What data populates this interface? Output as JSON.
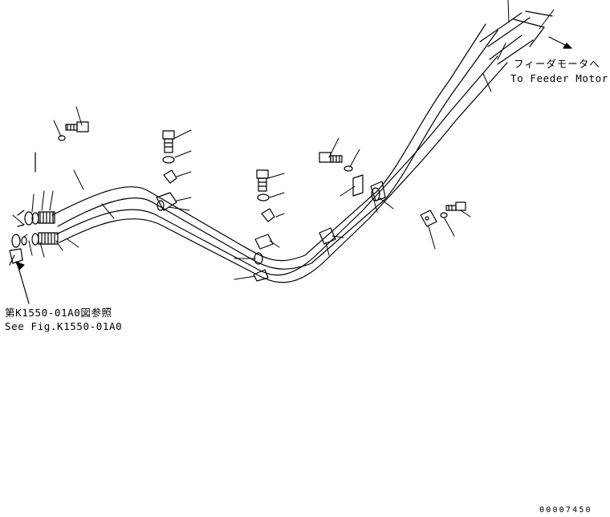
{
  "labels": {
    "feeder_jp": "フィーダモータへ",
    "feeder_en": "To Feeder Motor",
    "reference_jp": "第K1550-01A0図参照",
    "reference_en": "See Fig.K1550-01A0",
    "drawing_code": "00007450"
  },
  "colors": {
    "line": "#000000",
    "background": "#ffffff"
  }
}
